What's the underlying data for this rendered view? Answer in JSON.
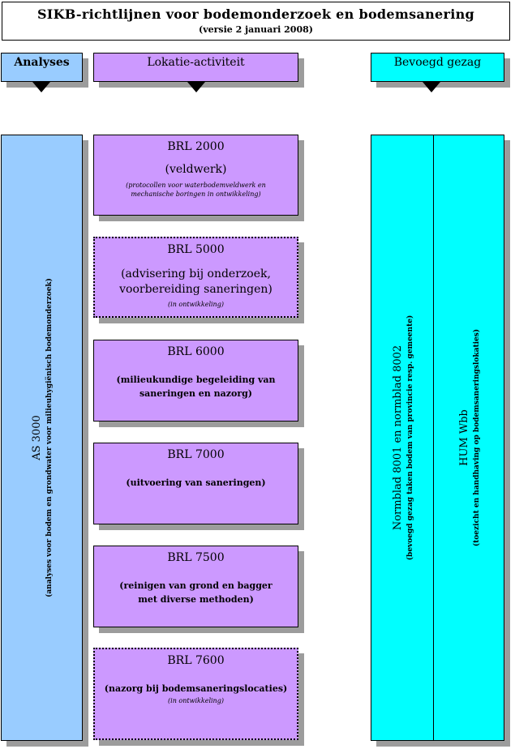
{
  "header": {
    "title": "SIKB-richtlijnen voor bodemonderzoek en bodemsanering",
    "subtitle": "(versie 2 januari 2008)"
  },
  "columns": {
    "analyses": "Analyses",
    "lokatie": "Lokatie-activiteit",
    "bevoegd": "Bevoegd gezag"
  },
  "analyses_column": {
    "title": "AS 3000",
    "desc": "(analyses voor bodem en grondwater voor milieuhygiënisch bodemonderzoek)"
  },
  "bevoegd_column": {
    "left_title": "Normblad 8001 en normblad 8002",
    "left_desc": "(bevoegd gezag taken bodem van provincie resp. gemeente)",
    "right_title": "HUM Wbb",
    "right_desc": "(toezicht en handhaving op bodemsaneringslokaties)"
  },
  "brl": [
    {
      "title": "BRL 2000",
      "desc": "(veldwerk)",
      "note": "(protocollen voor waterbodemveldwerk en mechanische boringen in ontwikkeling)"
    },
    {
      "title": "BRL 5000",
      "desc": "(advisering bij onderzoek, voorbereiding saneringen)",
      "note": "(in ontwikkeling)"
    },
    {
      "title": "BRL 6000",
      "desc": "(milieukundige begeleiding van saneringen en nazorg)"
    },
    {
      "title": "BRL 7000",
      "desc": "(uitvoering van saneringen)"
    },
    {
      "title": "BRL 7500",
      "desc": "(reinigen van grond en bagger met diverse methoden)"
    },
    {
      "title": "BRL 7600",
      "desc": "(nazorg bij bodemsaneringslocaties)",
      "note": "(in ontwikkeling)"
    }
  ],
  "colors": {
    "analyses": "#99ccff",
    "lokatie": "#cc99ff",
    "bevoegd": "#00ffff",
    "shadow": "#9c9c9c"
  }
}
